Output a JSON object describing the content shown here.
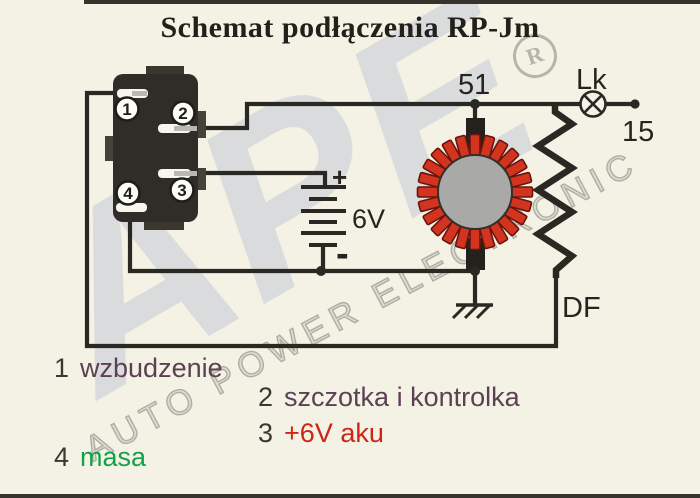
{
  "title": "Schemat podłączenia RP-Jm",
  "trademark_letter": "R",
  "schematic": {
    "labels": {
      "node_51": "51",
      "lamp": "Lk",
      "node_15": "15",
      "field_df": "DF",
      "battery_voltage": "6V",
      "battery_plus": "+",
      "battery_minus": "-"
    },
    "relay_terminals": [
      "1",
      "2",
      "3",
      "4"
    ]
  },
  "legend": [
    {
      "number": "1",
      "label": "wzbudzenie",
      "color": "#5d4054"
    },
    {
      "number": "2",
      "label": "szczotka i kontrolka",
      "color": "#5d4054"
    },
    {
      "number": "3",
      "label": "+6V aku",
      "color": "#cf2516"
    },
    {
      "number": "4",
      "label": "masa",
      "color": "#13a14b"
    }
  ],
  "watermark": {
    "letters": "APE",
    "caption": "AUTO POWER ELECTRONIC"
  },
  "colors": {
    "background": "#f3f2e4",
    "wire": "#2a2822",
    "coil_red": "#d23420",
    "coil_outline": "#69150c",
    "rotor_gray": "#a9a9a7",
    "relay_body": "#302d28",
    "watermark_gray_blue": "#c6cad9"
  }
}
